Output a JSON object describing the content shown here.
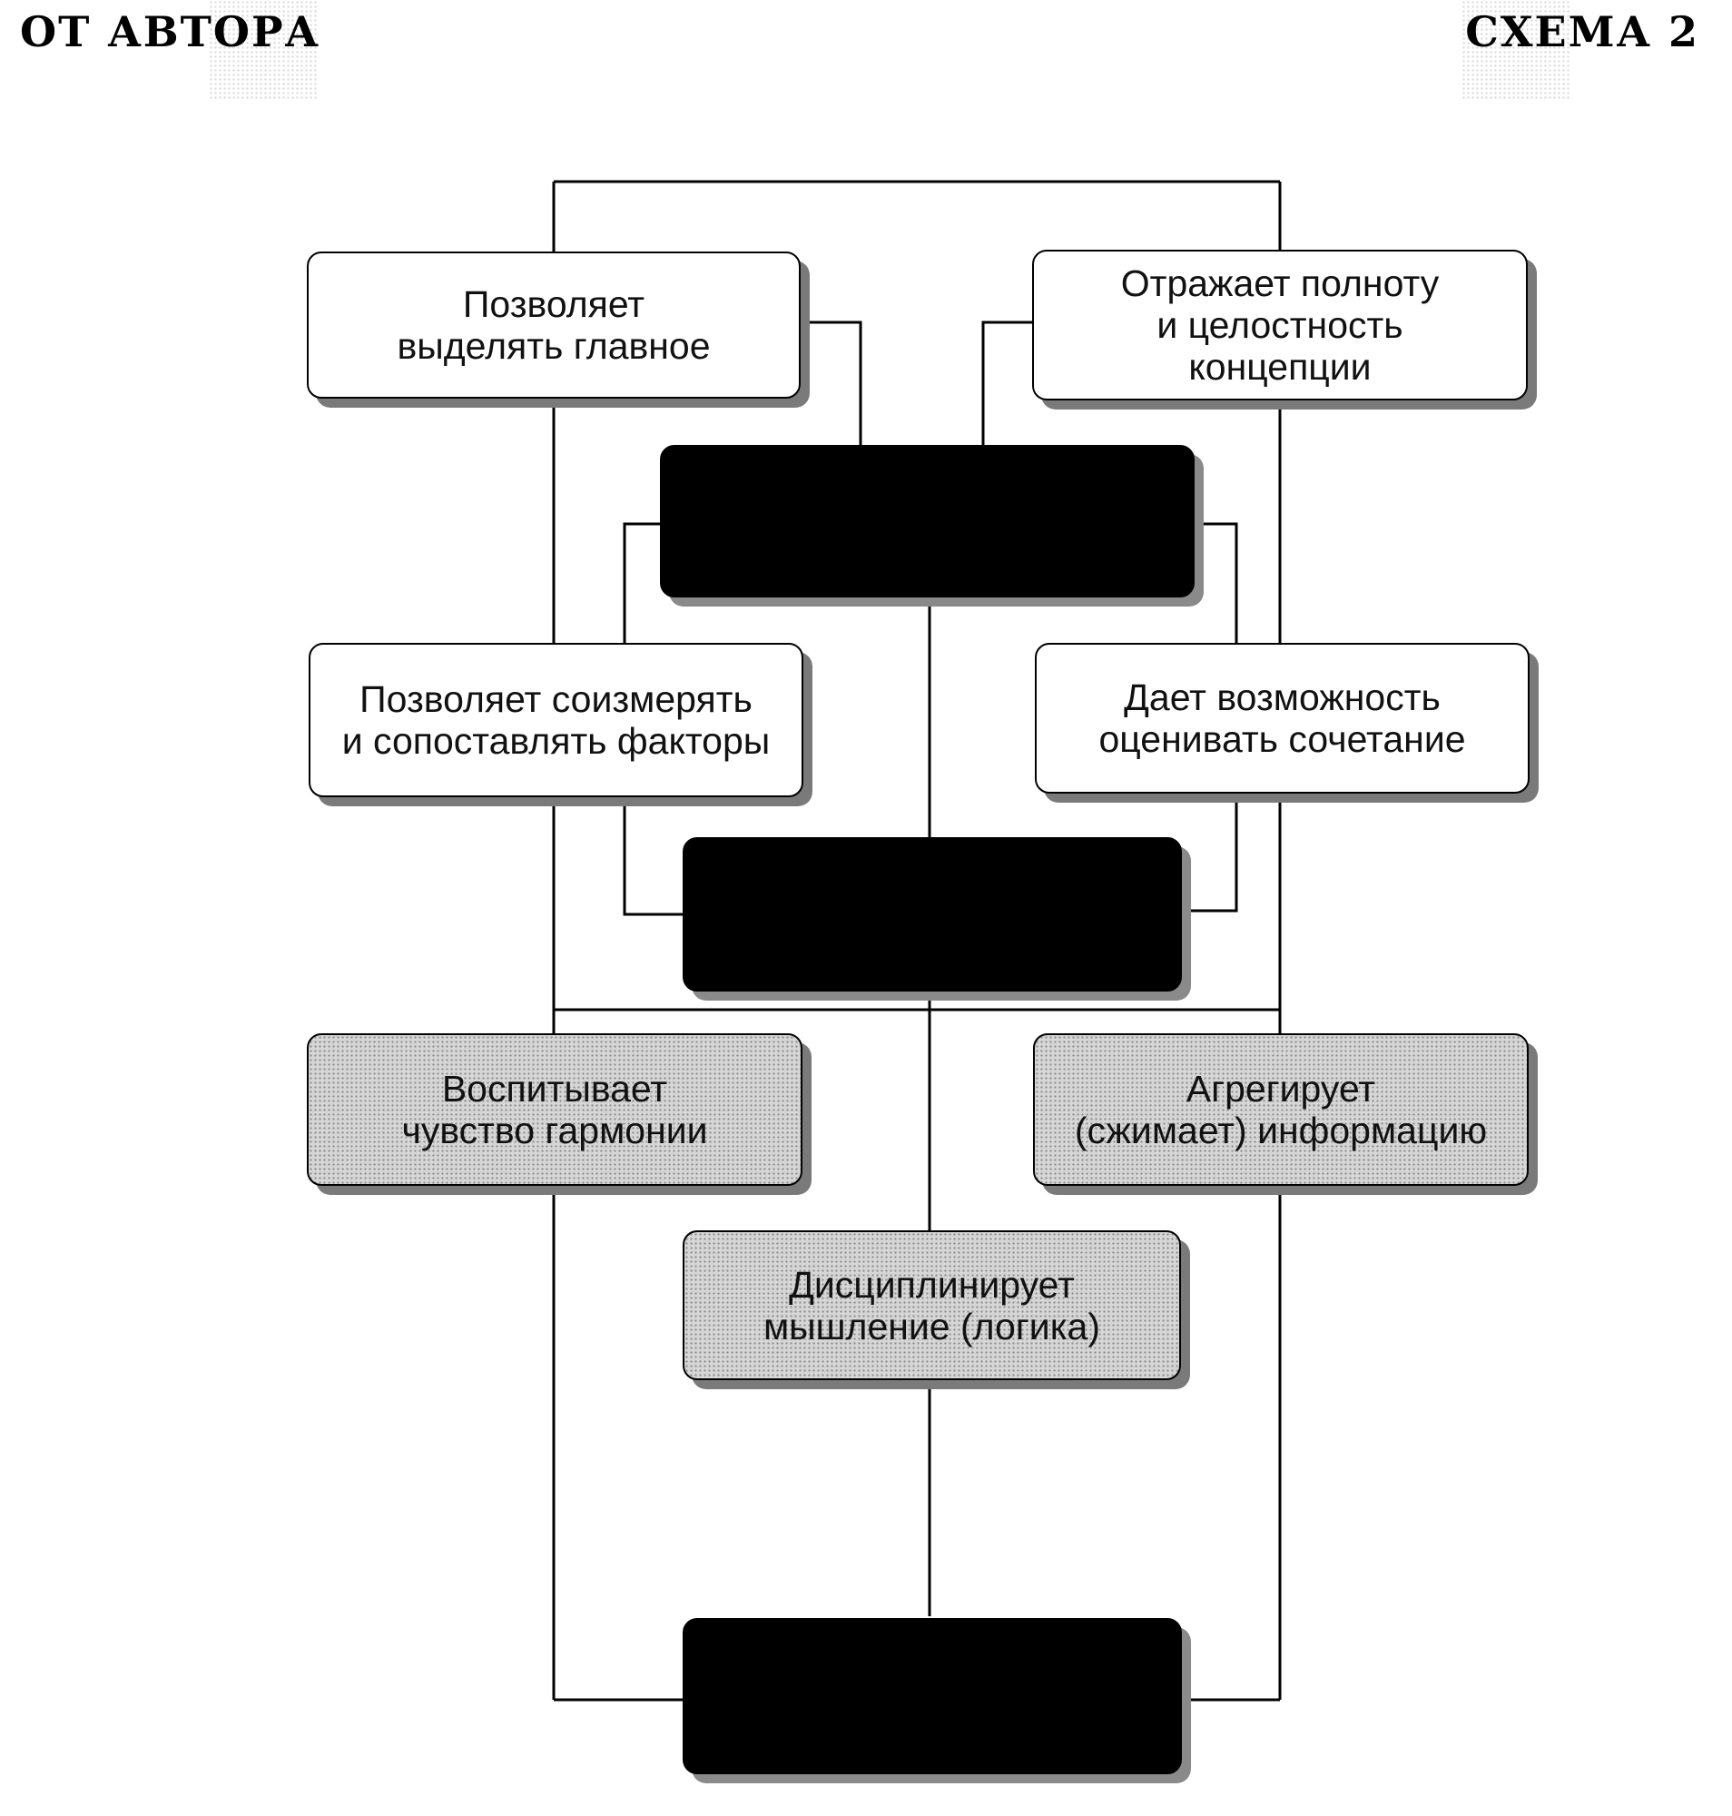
{
  "header": {
    "left": "ОТ АВТОРА",
    "right": "СХЕМА 2"
  },
  "boxes": {
    "top_left": [
      "Позволяет",
      "выделять главное"
    ],
    "top_right": [
      "Отражает полноту",
      "и целостность",
      "концепции"
    ],
    "mid_left": [
      "Позволяет соизмерять",
      "и сопоставлять факторы"
    ],
    "mid_right": [
      "Дает возможность",
      "оценивать сочетание"
    ],
    "gray_left": [
      "Воспитывает",
      "чувство гармонии"
    ],
    "gray_right": [
      "Агрегирует",
      "(сжимает) информацию"
    ],
    "gray_center": [
      "Дисциплинирует",
      "мышление (логика)"
    ]
  }
}
